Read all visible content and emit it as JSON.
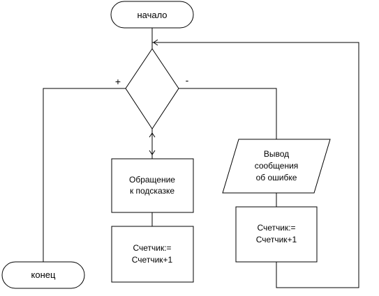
{
  "nodes": {
    "start": "начало",
    "end": "конец",
    "help": [
      "Обращение",
      "к подсказке"
    ],
    "counter_left": [
      "Счетчик:=",
      "Счетчик+1"
    ],
    "error_output": [
      "Вывод",
      "сообщения",
      "об ошибке"
    ],
    "counter_right": [
      "Счетчик:=",
      "Счетчик+1"
    ]
  },
  "branches": {
    "yes": "+",
    "no": "-"
  }
}
